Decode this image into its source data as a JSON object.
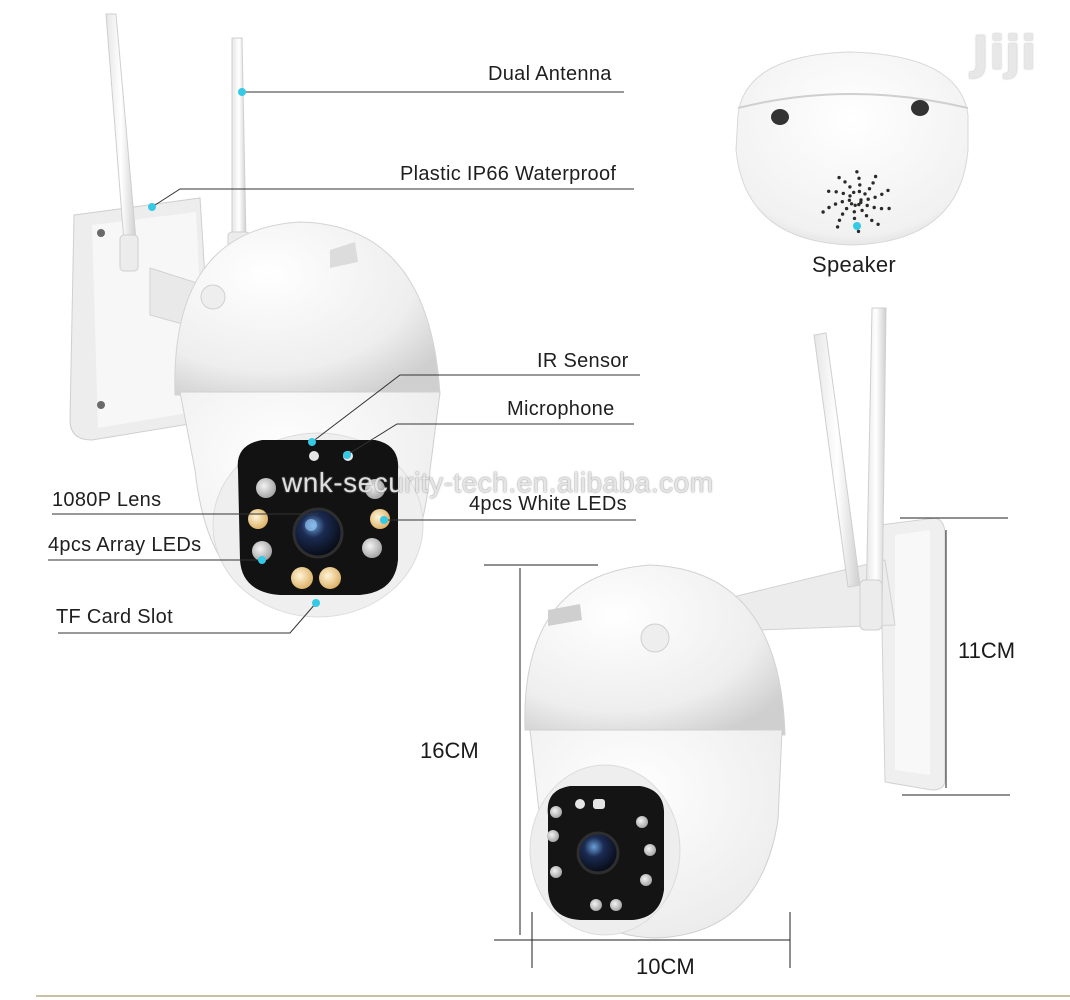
{
  "labels": {
    "dual_antenna": "Dual Antenna",
    "waterproof": "Plastic IP66 Waterproof",
    "ir_sensor": "IR Sensor",
    "microphone": "Microphone",
    "lens": "1080P Lens",
    "white_leds": "4pcs White LEDs",
    "array_leds": "4pcs Array LEDs",
    "tf_slot": "TF Card Slot",
    "speaker": "Speaker"
  },
  "dimensions": {
    "height": "16CM",
    "mount_height": "11CM",
    "width": "10CM"
  },
  "watermark": "wnk-security-tech.en.alibaba.com",
  "logo": "Jiji",
  "colors": {
    "accent_dot": "#35c9e6",
    "leader_line": "#333333",
    "camera_body": "#f4f4f4",
    "camera_shadow": "#d6d6d6",
    "led_warm": "#e8c98a",
    "led_ir": "#b9b9b9"
  }
}
